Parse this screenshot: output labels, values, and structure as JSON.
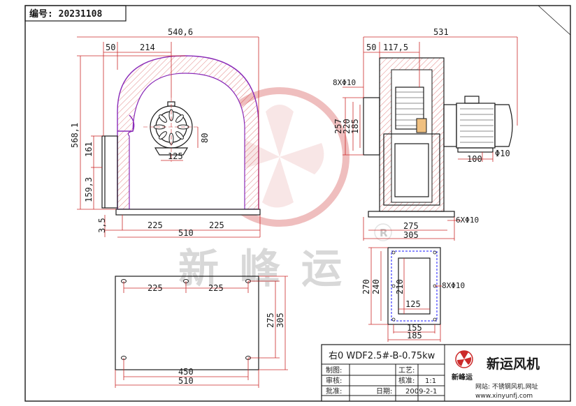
{
  "header": {
    "drawing_no": "编号: 20231108"
  },
  "watermark": {
    "text": "新峰运",
    "registered": "R"
  },
  "front_view": {
    "dims": {
      "overall_width": "540,6",
      "inlet_offset": "50",
      "inlet_to_center": "214",
      "overall_height": "568,1",
      "outlet_height": "161",
      "outlet_base": "159,3",
      "base_thickness": "3,5",
      "foot_left": "225",
      "foot_right": "225",
      "base_width": "510",
      "motor_width": "125",
      "motor_height": "80"
    }
  },
  "side_view": {
    "dims": {
      "overall_width": "531",
      "flange_offset": "50",
      "flange_depth": "117,5",
      "flange_holes": "8XΦ10",
      "outlet_257": "257",
      "outlet_220": "220",
      "outlet_185": "185",
      "shaft_dia": "Φ10",
      "shaft_len": "100",
      "base_holes": "6XΦ10",
      "base_inner": "275",
      "base_outer": "305"
    }
  },
  "base_plan": {
    "dims": {
      "hole_left": "225",
      "hole_right": "225",
      "hole_span": "450",
      "base_width": "510",
      "depth_inner": "275",
      "depth_outer": "305"
    }
  },
  "flange_detail": {
    "dims": {
      "outer_h": "270",
      "hole_h": "240",
      "inner_h": "210",
      "holes": "8XΦ10",
      "inner_w": "125",
      "hole_w": "155",
      "outer_w": "185"
    }
  },
  "title_block": {
    "model": "右0 WDF2.5#-B-0.75kw",
    "label_draw": "制图:",
    "label_review": "审核:",
    "label_approve": "批准:",
    "label_process": "工艺:",
    "label_check": "核准:",
    "scale": "1:1",
    "label_date": "日期:",
    "date": "2009-2-1",
    "company": "新运风机",
    "logo_text": "新峰运",
    "website_label": "网站: 不锈钢风机.网址",
    "website_url": "www.xinyunfj.com"
  },
  "colors": {
    "dimension": "#cc2a2a",
    "outline": "#1a1a1a",
    "volute": "#8a2bb8",
    "flange_dash": "#1a1aff",
    "watermark": "#e3a3a3"
  }
}
